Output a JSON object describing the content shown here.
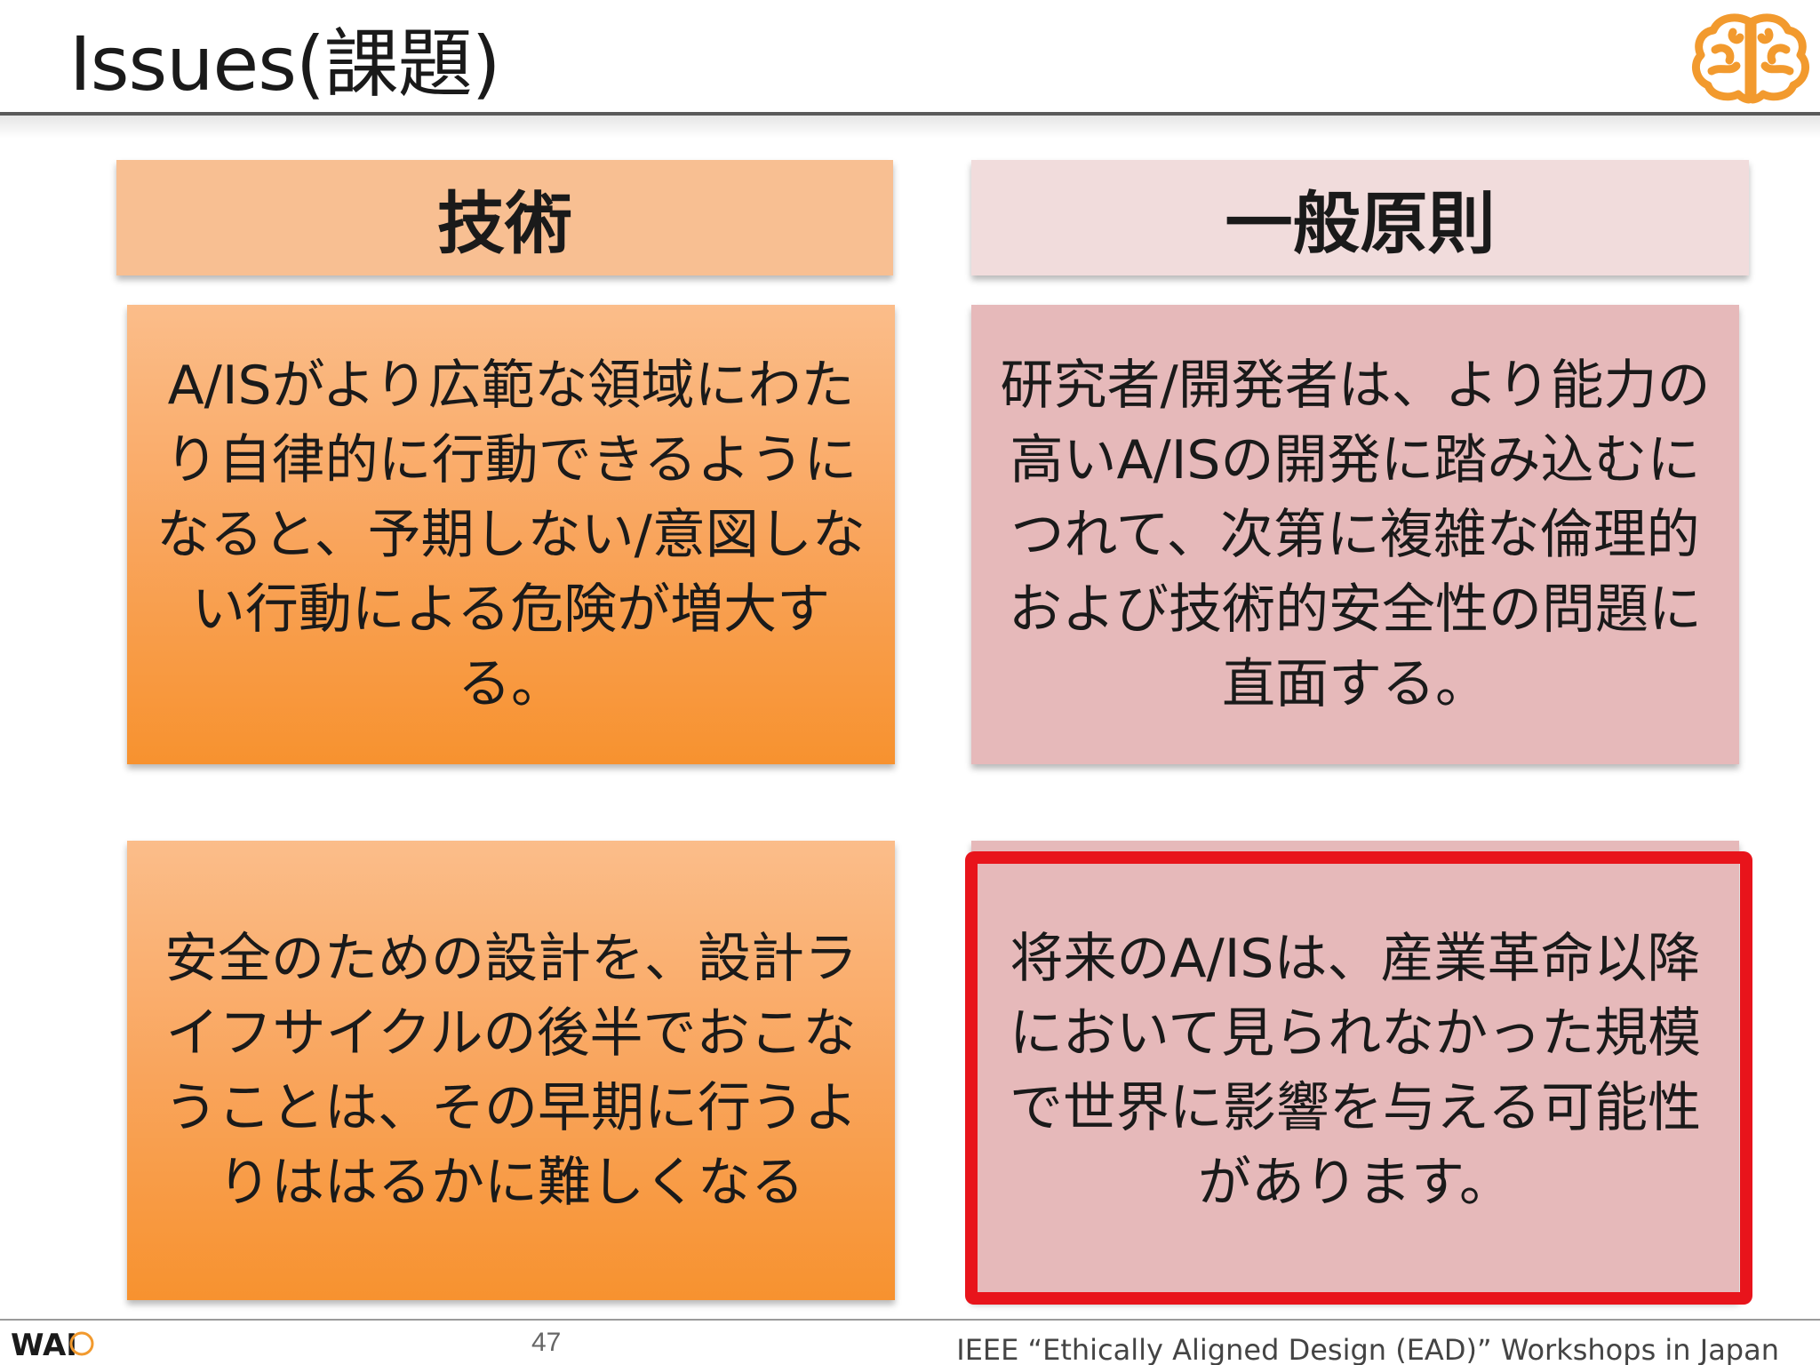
{
  "slide": {
    "title": "Issues(課題)",
    "columns": {
      "left_header": "技術",
      "right_header": "一般原則"
    },
    "cells": {
      "top_left": "A/ISがより広範な領域にわたり自律的に行動できるようになると、予期しない/意図しない行動による危険が増大する。",
      "top_right": "研究者/開発者は、より能力の高いA/ISの開発に踏み込むにつれて、次第に複雑な倫理的および技術的安全性の問題に直面する。",
      "bottom_left": "安全のための設計を、設計ライフサイクルの後半でおこなうことは、その早期に行うよりははるかに難しくなる",
      "bottom_right": "将来のA/ISは、産業革命以降において見られなかった規模で世界に影響を与える可能性があります。"
    },
    "footer": {
      "page_number": "47",
      "text": "IEEE “Ethically Aligned Design (EAD)” Workshops in Japan",
      "logo_text": "WAI"
    },
    "colors": {
      "left_header": "#f8bf92",
      "right_header": "#f1dcdc",
      "orange_cell": "#f9a55d",
      "pink_cell": "#e6b9ba",
      "highlight_border": "#e8141b",
      "logo": "#f29a2e"
    },
    "icons": {
      "header_logo": "brain-icon",
      "footer_logo": "wai-logo"
    }
  }
}
